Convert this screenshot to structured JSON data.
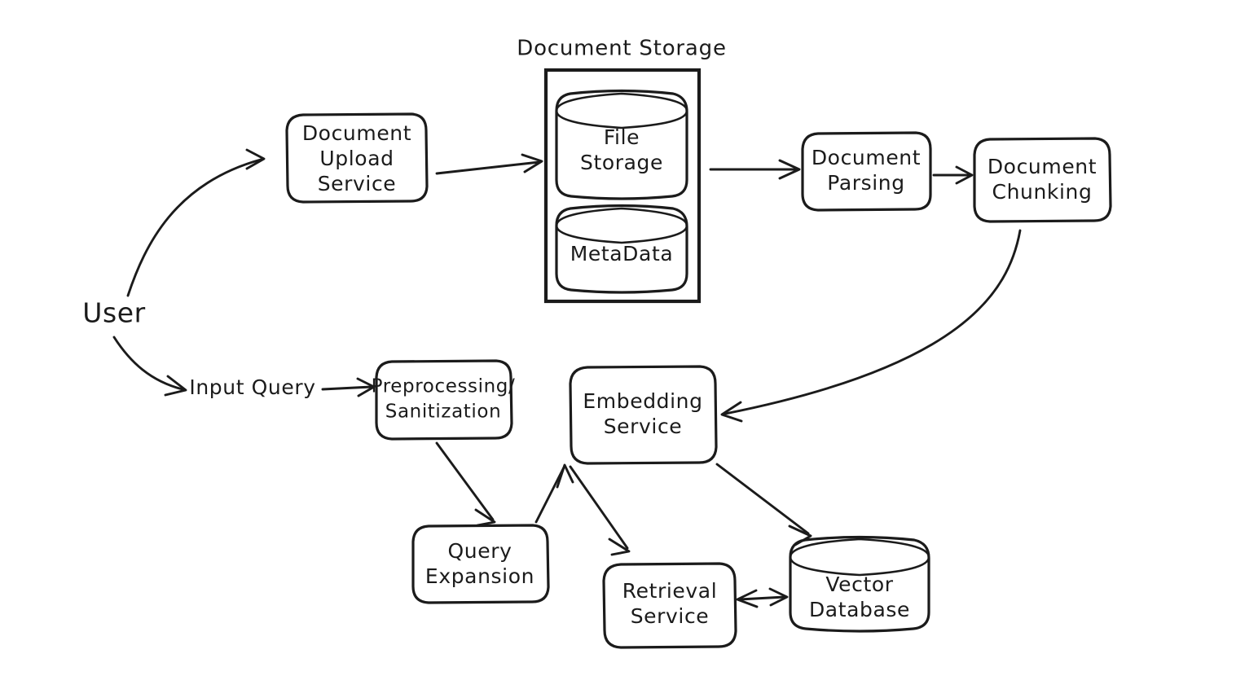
{
  "diagram": {
    "title": "Document Storage",
    "background_color": "#ffffff",
    "stroke_color": "#1b1b1b",
    "style": "hand-drawn",
    "groups": [
      {
        "id": "document-storage",
        "label": "Document Storage",
        "shape": "rectangle-container"
      }
    ],
    "nodes": [
      {
        "id": "user",
        "shape": "text",
        "lines": [
          "User"
        ]
      },
      {
        "id": "document-upload-service",
        "shape": "rounded-rect",
        "lines": [
          "Document",
          "Upload",
          "Service"
        ]
      },
      {
        "id": "file-storage",
        "shape": "cylinder",
        "lines": [
          "File",
          "Storage"
        ]
      },
      {
        "id": "metadata",
        "shape": "cylinder",
        "lines": [
          "MetaData"
        ]
      },
      {
        "id": "document-parsing",
        "shape": "rounded-rect",
        "lines": [
          "Document",
          "Parsing"
        ]
      },
      {
        "id": "document-chunking",
        "shape": "rounded-rect",
        "lines": [
          "Document",
          "Chunking"
        ]
      },
      {
        "id": "input-query",
        "shape": "text",
        "lines": [
          "Input Query"
        ]
      },
      {
        "id": "preprocessing-sanitization",
        "shape": "rounded-rect",
        "lines": [
          "Preprocessing/",
          "Sanitization"
        ]
      },
      {
        "id": "query-expansion",
        "shape": "rounded-rect",
        "lines": [
          "Query",
          "Expansion"
        ]
      },
      {
        "id": "embedding-service",
        "shape": "rounded-rect",
        "lines": [
          "Embedding",
          "Service"
        ]
      },
      {
        "id": "retrieval-service",
        "shape": "rounded-rect",
        "lines": [
          "Retrieval",
          "Service"
        ]
      },
      {
        "id": "vector-database",
        "shape": "cylinder",
        "lines": [
          "Vector",
          "Database"
        ]
      }
    ],
    "edges": [
      {
        "from": "user",
        "to": "document-upload-service",
        "kind": "curved-arrow"
      },
      {
        "from": "document-upload-service",
        "to": "document-storage",
        "kind": "arrow"
      },
      {
        "from": "document-storage",
        "to": "document-parsing",
        "kind": "arrow"
      },
      {
        "from": "document-parsing",
        "to": "document-chunking",
        "kind": "arrow"
      },
      {
        "from": "document-chunking",
        "to": "embedding-service",
        "kind": "curved-arrow"
      },
      {
        "from": "user",
        "to": "input-query",
        "kind": "curved-arrow"
      },
      {
        "from": "input-query",
        "to": "preprocessing-sanitization",
        "kind": "arrow"
      },
      {
        "from": "preprocessing-sanitization",
        "to": "query-expansion",
        "kind": "arrow"
      },
      {
        "from": "query-expansion",
        "to": "embedding-service",
        "kind": "arrow"
      },
      {
        "from": "embedding-service",
        "to": "retrieval-service",
        "kind": "arrow"
      },
      {
        "from": "embedding-service",
        "to": "vector-database",
        "kind": "arrow"
      },
      {
        "from": "retrieval-service",
        "to": "vector-database",
        "kind": "bidirectional-arrow"
      }
    ],
    "labels": {
      "user": "User",
      "input_query": "Input Query",
      "document_storage_title": "Document Storage",
      "document_upload_service_l1": "Document",
      "document_upload_service_l2": "Upload",
      "document_upload_service_l3": "Service",
      "file_storage_l1": "File",
      "file_storage_l2": "Storage",
      "metadata_l1": "MetaData",
      "document_parsing_l1": "Document",
      "document_parsing_l2": "Parsing",
      "document_chunking_l1": "Document",
      "document_chunking_l2": "Chunking",
      "preprocessing_l1": "Preprocessing/",
      "preprocessing_l2": "Sanitization",
      "query_expansion_l1": "Query",
      "query_expansion_l2": "Expansion",
      "embedding_service_l1": "Embedding",
      "embedding_service_l2": "Service",
      "retrieval_service_l1": "Retrieval",
      "retrieval_service_l2": "Service",
      "vector_database_l1": "Vector",
      "vector_database_l2": "Database"
    }
  }
}
